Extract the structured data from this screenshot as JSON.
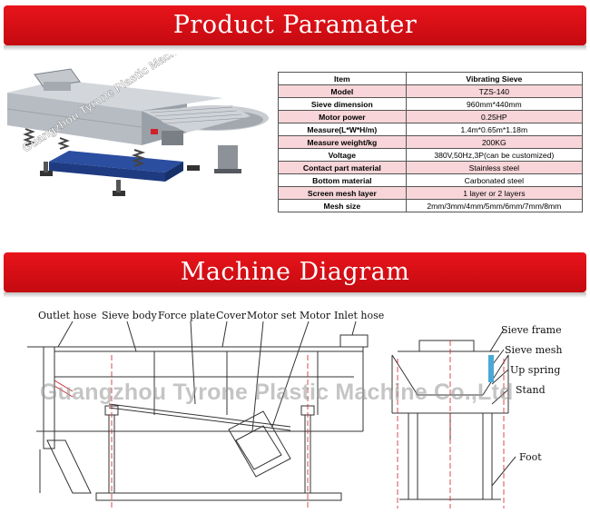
{
  "sections": {
    "parameter_title": "Product Paramater",
    "diagram_title": "Machine Diagram"
  },
  "photo": {
    "watermark": "Guangzhou Tyrone Plastic Machine Co.,Ltd"
  },
  "table": {
    "header": {
      "item": "Item",
      "value": "Vibrating Sieve"
    },
    "rows": [
      {
        "k": "Model",
        "v": "TZS-140"
      },
      {
        "k": "Sieve dimension",
        "v": "960mm*440mm"
      },
      {
        "k": "Motor power",
        "v": "0.25HP"
      },
      {
        "k": "Measure(L*W*H/m)",
        "v": "1.4m*0.65m*1.18m"
      },
      {
        "k": "Measure weight/kg",
        "v": "200KG"
      },
      {
        "k": "Voltage",
        "v": "380V,50Hz,3P(can be customized)"
      },
      {
        "k": "Contact part material",
        "v": "Stainless steel"
      },
      {
        "k": "Bottom material",
        "v": "Carbonated steel"
      },
      {
        "k": "Screen mesh layer",
        "v": "1 layer or 2 layers"
      },
      {
        "k": "Mesh size",
        "v": "2mm/3mm/4mm/5mm/6mm/7mm/8mm"
      }
    ]
  },
  "diagram": {
    "labels": {
      "outlet_hose": "Outlet hose",
      "sieve_body": "Sieve body",
      "force_plate": "Force plate",
      "cover": "Cover",
      "motor_set": "Motor set",
      "motor": "Motor",
      "inlet_hose": "Inlet hose",
      "sieve_frame": "Sieve frame",
      "sieve_mesh": "Sieve mesh",
      "up_spring": "Up spring",
      "stand": "Stand",
      "foot": "Foot"
    },
    "watermark": "Guangzhou Tyrone Plastic Machine Co.,Ltd"
  },
  "colors": {
    "banner": "#e8141b",
    "row_pink": "#f7d5d8",
    "accent_red": "#d0202a"
  }
}
